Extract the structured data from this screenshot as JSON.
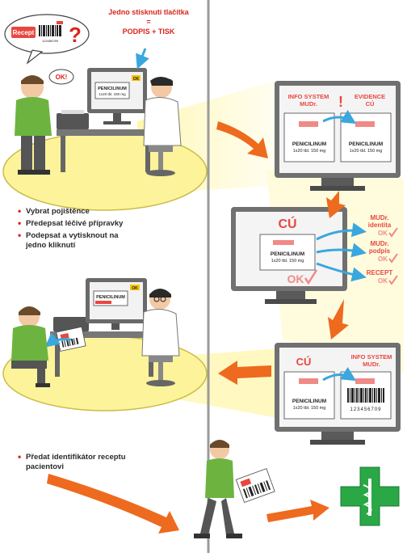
{
  "colors": {
    "red": "#e8473f",
    "pink": "#f08a86",
    "blue": "#3aa7de",
    "orange": "#ee6a1e",
    "yellow": "#fff7a0",
    "green": "#2aa846",
    "shirt": "#6cb43f"
  },
  "top_note": {
    "line1": "Jedno stisknutí tlačítka",
    "line2": "=",
    "line3": "PODPIS + TISK"
  },
  "speech": {
    "recept": "Recept",
    "barcode": "123456789",
    "question": "?"
  },
  "ok_bubble": "OK!",
  "monitor_scene1": {
    "drug1": "PENICILINUM",
    "drug2": "1x20 tbl. 150 mg",
    "ok": "OK"
  },
  "monitor_scene2": {
    "drug1": "PENICILINUM",
    "ok": "OK"
  },
  "bullets1": [
    "Vybrat pojištěnce",
    "Předepsat léčivé přípravky",
    "Podepsat a vytisknout na jedno kliknutí"
  ],
  "bullets2": [
    "Předat identifikátor receptu pacientovi"
  ],
  "screen1": {
    "left_header1": "INFO SYSTEM",
    "left_header2": "MUDr.",
    "exclaim": "!",
    "right_header1": "EVIDENCE",
    "right_header2": "CÚ",
    "drug1": "PENICILINUM",
    "drug2": "1x20 tbl. 150 mg"
  },
  "screen2": {
    "title": "CÚ",
    "drug1": "PENICILINUM",
    "drug2": "1x20 tbl. 150 mg",
    "ok": "OK",
    "checks": [
      {
        "line1": "MUDr.",
        "line2": "identita",
        "ok": "OK"
      },
      {
        "line1": "MUDr.",
        "line2": "podpis",
        "ok": "OK"
      },
      {
        "line1": "RECEPT",
        "line2": "",
        "ok": "OK"
      }
    ]
  },
  "screen3": {
    "left_title": "CÚ",
    "right_header1": "INFO SYSTEM",
    "right_header2": "MUDr.",
    "drug1": "PENICILINUM",
    "drug2": "1x20 tbl. 150 mg",
    "barcode": "123456709"
  }
}
